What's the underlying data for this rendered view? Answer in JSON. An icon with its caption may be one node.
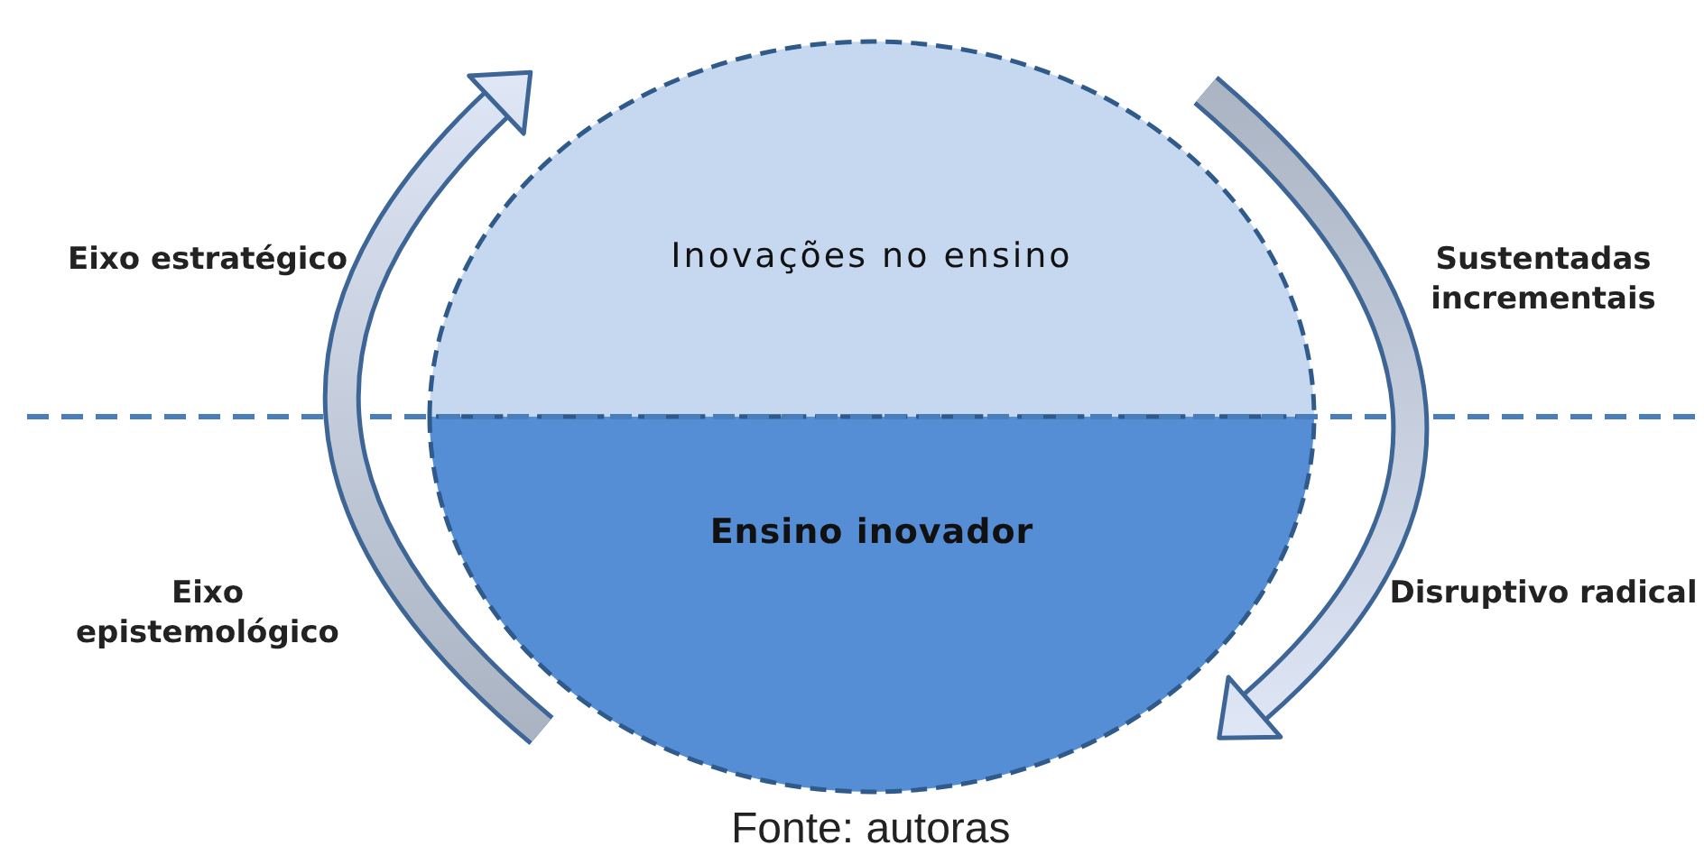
{
  "diagram": {
    "caption": "Fonte: autoras",
    "nodes": [
      {
        "text": [
          "Inovações no ensino"
        ]
      },
      {
        "text": [
          "Ensino inovador"
        ]
      }
    ],
    "labels": [
      "Eixo estratégico",
      "Sustentadas incrementais",
      "Eixo epistemológico",
      "Disruptivo radical"
    ]
  }
}
